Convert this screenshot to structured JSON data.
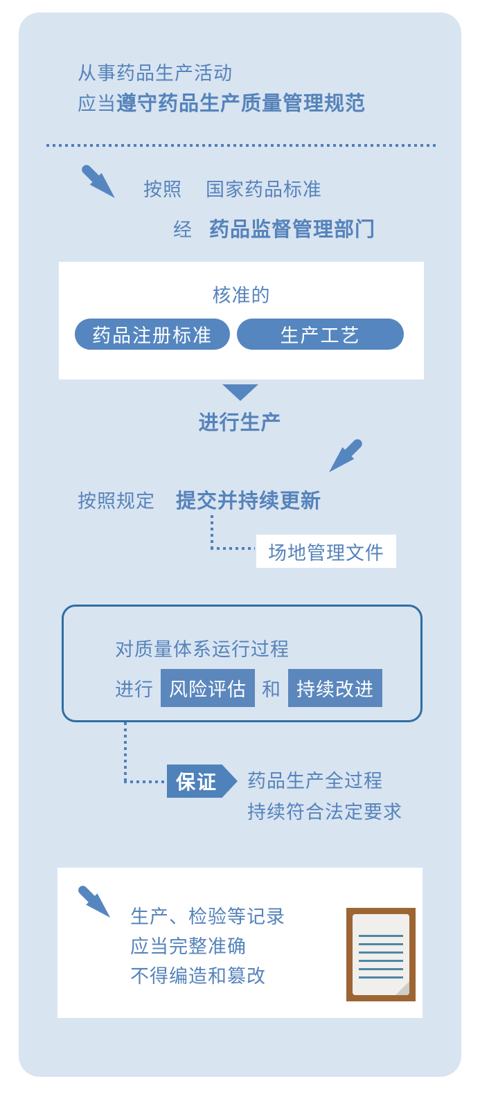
{
  "colors": {
    "card_bg": "#d9e4f1",
    "accent_blue": "#5586bf",
    "text_blue": "#5583ba",
    "outline_blue": "#2e6da4",
    "clipboard_brown": "#9c6533",
    "paper": "#f0efeb",
    "white": "#ffffff"
  },
  "icons": {
    "arrow_down_right": "diagonal arrow pointing down-right",
    "arrow_down_left": "diagonal arrow pointing down-left",
    "triangle_down": "solid triangle pointing down",
    "clipboard": "clipboard with lined paper"
  },
  "intro": {
    "line1": "从事药品生产活动",
    "line2_prefix": "应当",
    "line2_bold": "遵守药品生产质量管理规范"
  },
  "follow": {
    "label": "按照",
    "value": "国家药品标准"
  },
  "via": {
    "label": "经",
    "value_bold": "药品监督管理部门"
  },
  "approved_box": {
    "title": "核准的",
    "pills": [
      "药品注册标准",
      "生产工艺"
    ]
  },
  "produce": {
    "label": "进行生产"
  },
  "submit": {
    "prefix": "按照规定",
    "bold": "提交并持续更新"
  },
  "site_doc": {
    "label": "场地管理文件"
  },
  "quality_box": {
    "line1": "对质量体系运行过程",
    "line2_prefix": "进行",
    "chip1": "风险评估",
    "conjunction": "和",
    "chip2": "持续改进"
  },
  "ensure": {
    "badge": "保证",
    "line1": "药品生产全过程",
    "line2": "持续符合法定要求"
  },
  "records": {
    "line1": "生产、检验等记录",
    "line2": "应当完整准确",
    "line3": "不得编造和篡改"
  }
}
